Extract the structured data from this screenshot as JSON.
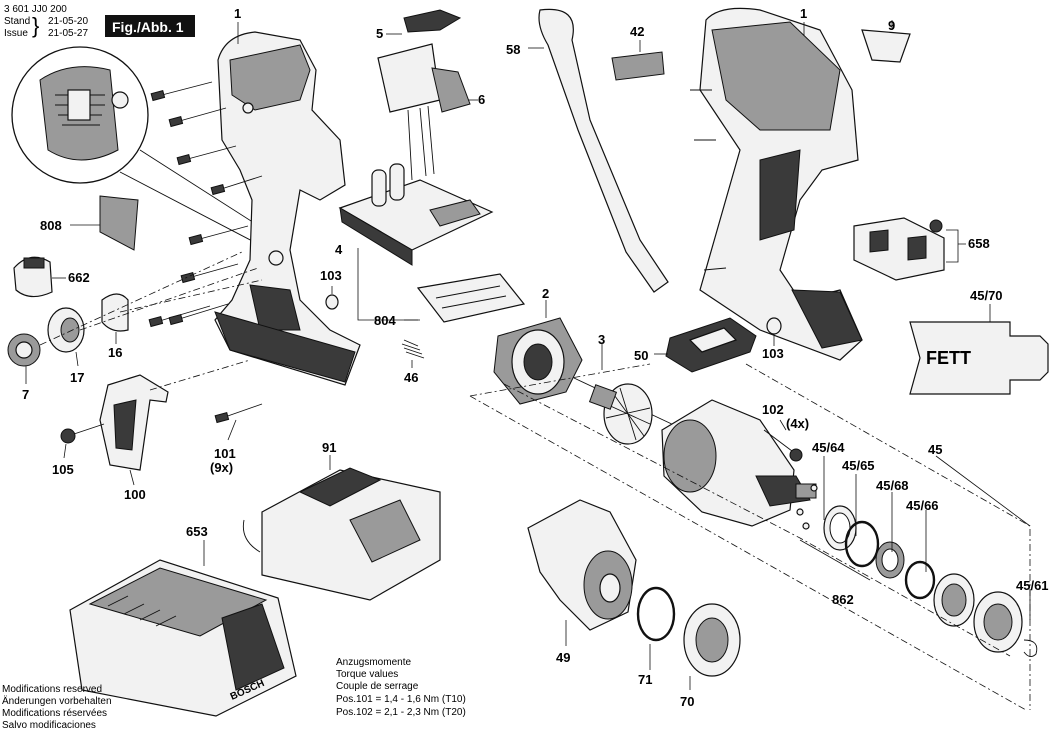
{
  "header": {
    "doc_number": "3 601 JJ0 200",
    "stand_label": "Stand",
    "issue_label": "Issue",
    "stand_date": "21-05-20",
    "issue_date": "21-05-27",
    "figure": "Fig./Abb. 1"
  },
  "parts": {
    "p1a": "1",
    "p1b": "1",
    "p2": "2",
    "p3": "3",
    "p4": "4",
    "p5": "5",
    "p6": "6",
    "p7": "7",
    "p9": "9",
    "p16": "16",
    "p17": "17",
    "p42": "42",
    "p45": "45",
    "p45_61": "45/61",
    "p45_64": "45/64",
    "p45_65": "45/65",
    "p45_66": "45/66",
    "p45_68": "45/68",
    "p45_70": "45/70",
    "p46": "46",
    "p49": "49",
    "p50": "50",
    "p58": "58",
    "p70": "70",
    "p71": "71",
    "p91": "91",
    "p100": "100",
    "p101": "101",
    "p101_qty": "(9x)",
    "p102": "102",
    "p102_qty": "(4x)",
    "p103a": "103",
    "p103b": "103",
    "p105": "105",
    "p653": "653",
    "p658": "658",
    "p662": "662",
    "p804": "804",
    "p808": "808",
    "p862": "862"
  },
  "grease_label": "FETT",
  "battery_brand": "BOSCH",
  "torque": {
    "line1": "Anzugsmomente",
    "line2": "Torque values",
    "line3": "Couple de serrage",
    "pos101": "Pos.101  =  1,4 - 1,6 Nm (T10)",
    "pos102": "Pos.102  =  2,1 - 2,3 Nm (T20)"
  },
  "disclaimer": {
    "en": "Modifications reserved",
    "de": "Änderungen vorbehalten",
    "fr": "Modifications réservées",
    "es": "Salvo modificaciones"
  }
}
